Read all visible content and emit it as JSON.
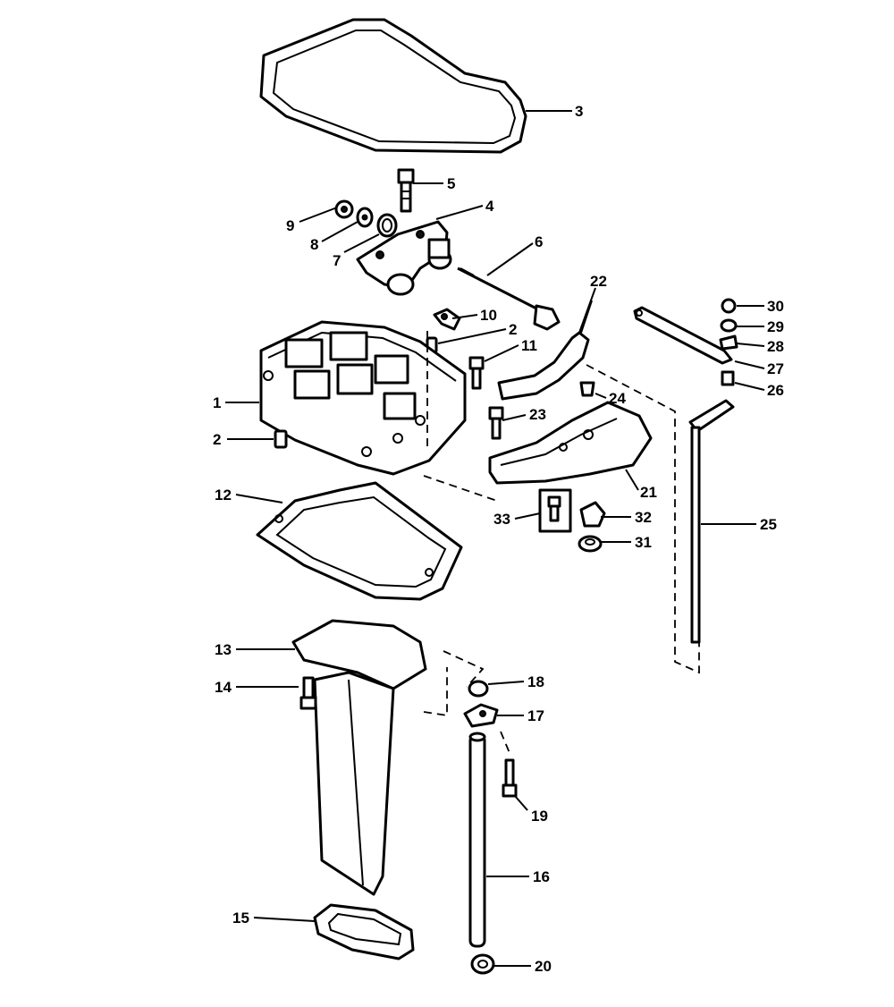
{
  "callouts": [
    {
      "id": "c3",
      "label": "3"
    },
    {
      "id": "c5",
      "label": "5"
    },
    {
      "id": "c4",
      "label": "4"
    },
    {
      "id": "c9",
      "label": "9"
    },
    {
      "id": "c8",
      "label": "8"
    },
    {
      "id": "c7",
      "label": "7"
    },
    {
      "id": "c6",
      "label": "6"
    },
    {
      "id": "c22",
      "label": "22"
    },
    {
      "id": "c10",
      "label": "10"
    },
    {
      "id": "c2a",
      "label": "2"
    },
    {
      "id": "c11",
      "label": "11"
    },
    {
      "id": "c30",
      "label": "30"
    },
    {
      "id": "c29",
      "label": "29"
    },
    {
      "id": "c28",
      "label": "28"
    },
    {
      "id": "c27",
      "label": "27"
    },
    {
      "id": "c26",
      "label": "26"
    },
    {
      "id": "c1",
      "label": "1"
    },
    {
      "id": "c24",
      "label": "24"
    },
    {
      "id": "c23",
      "label": "23"
    },
    {
      "id": "c2b",
      "label": "2"
    },
    {
      "id": "c21",
      "label": "21"
    },
    {
      "id": "c12",
      "label": "12"
    },
    {
      "id": "c33",
      "label": "33"
    },
    {
      "id": "c32",
      "label": "32"
    },
    {
      "id": "c25",
      "label": "25"
    },
    {
      "id": "c31",
      "label": "31"
    },
    {
      "id": "c13",
      "label": "13"
    },
    {
      "id": "c18",
      "label": "18"
    },
    {
      "id": "c14",
      "label": "14"
    },
    {
      "id": "c17",
      "label": "17"
    },
    {
      "id": "c19",
      "label": "19"
    },
    {
      "id": "c16",
      "label": "16"
    },
    {
      "id": "c15",
      "label": "15"
    },
    {
      "id": "c20",
      "label": "20"
    }
  ]
}
